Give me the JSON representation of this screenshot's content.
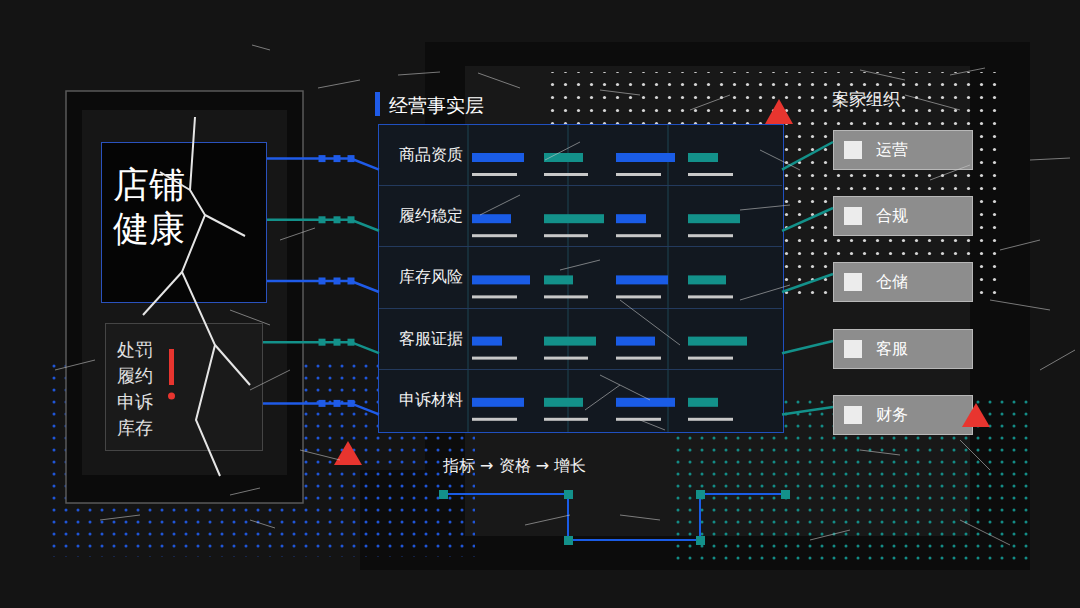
{
  "diagram": {
    "nodes": [
      {
        "text": [
          "店铺 健康"
        ]
      },
      {
        "text": [
          "处罚 履约 申诉 库存"
        ]
      },
      {
        "text": [
          "经营事实层"
        ]
      },
      {
        "text": [
          "商品资质"
        ],
        "in": 2
      },
      {
        "text": [
          "履约稳定"
        ],
        "in": 2
      },
      {
        "text": [
          "库存风险"
        ],
        "in": 2
      },
      {
        "text": [
          "客服证据"
        ],
        "in": 2
      },
      {
        "text": [
          "申诉材料"
        ],
        "in": 2
      },
      {
        "text": [
          "运营"
        ]
      },
      {
        "text": [
          "合规"
        ]
      },
      {
        "text": [
          "仓储"
        ]
      },
      {
        "text": [
          "客服"
        ]
      },
      {
        "text": [
          "财务"
        ]
      }
    ],
    "edges": [
      {
        "from": 0,
        "to": 3,
        "arrow": "none"
      },
      {
        "from": 0,
        "to": 4,
        "arrow": "none"
      },
      {
        "from": 0,
        "to": 5,
        "arrow": "none"
      },
      {
        "from": 1,
        "to": 6,
        "arrow": "none"
      },
      {
        "from": 1,
        "to": 7,
        "arrow": "none"
      },
      {
        "from": 3,
        "to": 8,
        "arrow": "none"
      },
      {
        "from": 4,
        "to": 9,
        "arrow": "none"
      },
      {
        "from": 5,
        "to": 10,
        "arrow": "none"
      },
      {
        "from": 6,
        "to": 11,
        "arrow": "none"
      },
      {
        "from": 7,
        "to": 12,
        "arrow": "none"
      }
    ],
    "labels": [
      "案家组织",
      "指标 → 资格 → 增长"
    ]
  }
}
